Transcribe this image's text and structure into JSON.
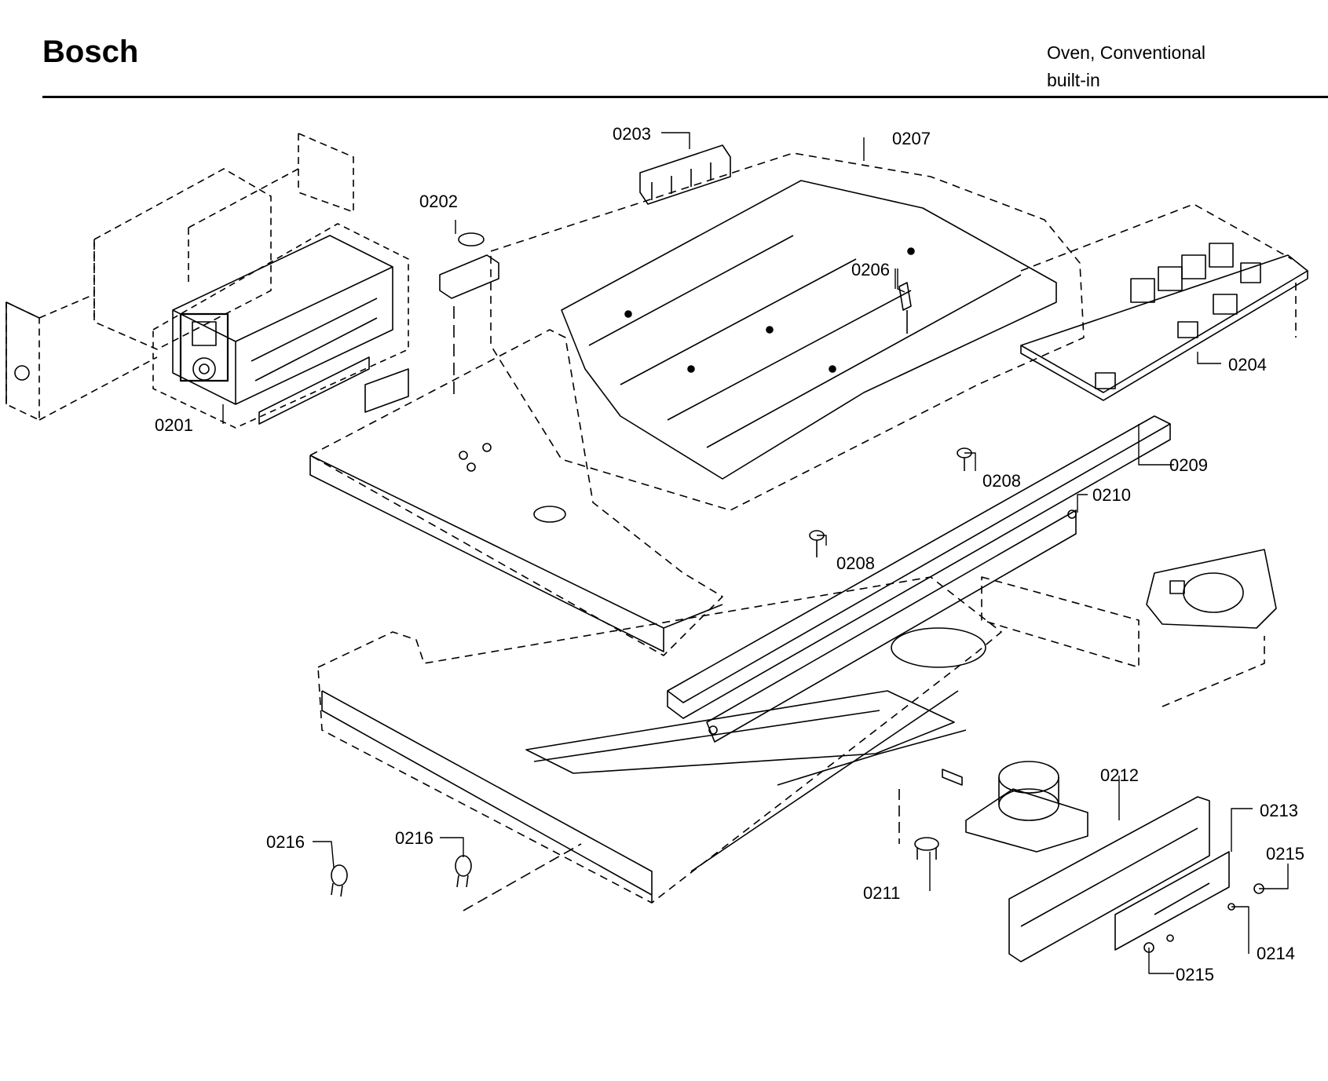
{
  "header": {
    "brand": "Bosch",
    "product_line1": "Oven, Conventional",
    "product_line2": "built-in"
  },
  "parts": {
    "p0201": "0201",
    "p0202": "0202",
    "p0203": "0203",
    "p0204": "0204",
    "p0206": "0206",
    "p0207": "0207",
    "p0208a": "0208",
    "p0208b": "0208",
    "p0209": "0209",
    "p0210": "0210",
    "p0211": "0211",
    "p0212": "0212",
    "p0213": "0213",
    "p0214": "0214",
    "p0215a": "0215",
    "p0215b": "0215",
    "p0216a": "0216",
    "p0216b": "0216"
  },
  "colors": {
    "ink": "#000000",
    "paper": "#ffffff"
  }
}
